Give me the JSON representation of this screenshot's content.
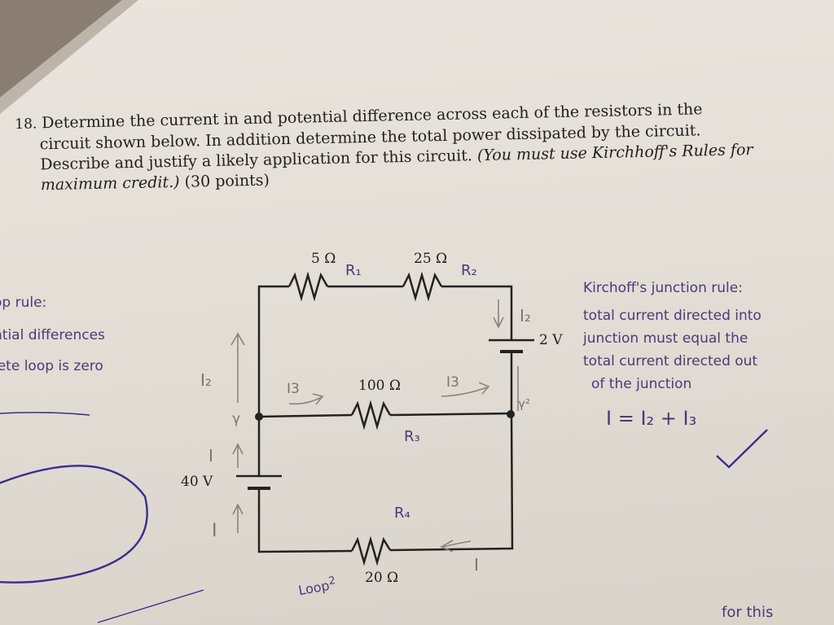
{
  "question": {
    "number": "18.",
    "line1": "Determine the current in and potential difference across each of the resistors in the",
    "line2": "circuit shown below. In addition determine the total power dissipated by the circuit.",
    "line3": "Describe and justify a likely application for this circuit.",
    "line3_italic": "(You must use Kirchhoff's Rules for",
    "line4_italic": "maximum credit.)",
    "line4_points": "(30 points)"
  },
  "circuit": {
    "r1_value": "5 Ω",
    "r2_value": "25 Ω",
    "r3_value": "100 Ω",
    "r4_value": "20 Ω",
    "battery_top": "2 V",
    "battery_left": "40 V"
  },
  "annotations": {
    "r1_label": "R₁",
    "r2_label": "R₂",
    "r3_label": "R₃",
    "r4_label": "R₄",
    "i2_right": "I₂",
    "i2_left": "I₂",
    "i3_left": "I3",
    "i3_right": "I3",
    "i_left_upper": "I",
    "i_left_lower": "I",
    "i_bottom": "I",
    "node_left": "γ",
    "node_right": "γ²",
    "loop_label": "Loop",
    "loop_number": "2",
    "rule_title": "Kirchoff's junction rule:",
    "rule_line1": "total current directed into",
    "rule_line2": "junction must equal the",
    "rule_line3": "total current directed out",
    "rule_line4": "of the junction",
    "rule_eq": "I = I₂ + I₃",
    "checkmark": "✓",
    "left_line1": "op rule:",
    "left_line2": "ntial differences",
    "left_line3": "lete loop is zero",
    "bottom_text": "for this"
  }
}
